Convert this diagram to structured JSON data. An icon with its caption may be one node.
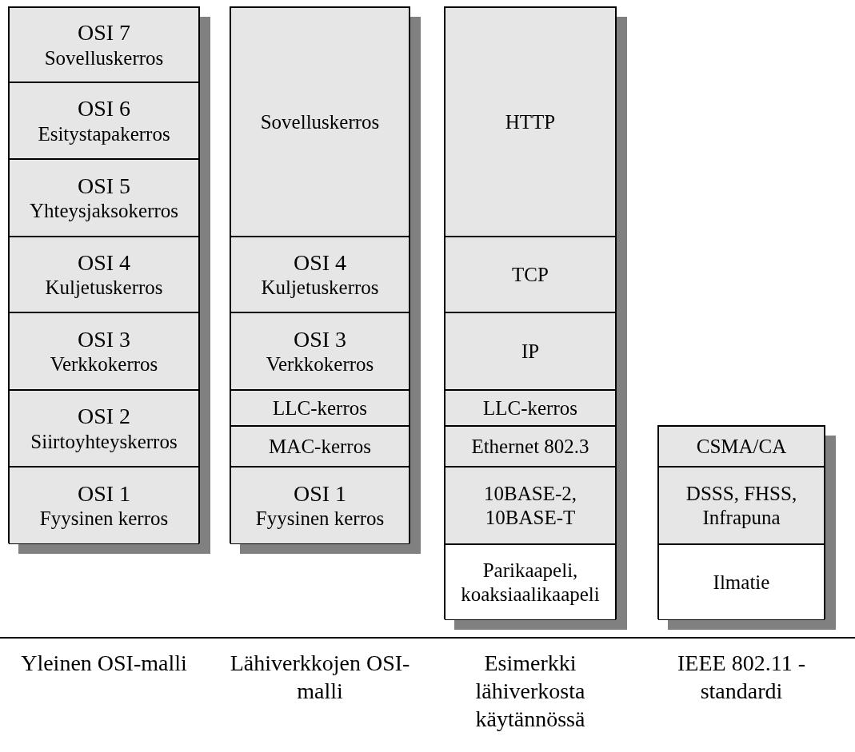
{
  "diagram": {
    "nodes": [
      {
        "text": [],
        "shape": "box"
      },
      {
        "text": [
          "OSI 7",
          "Sovelluskerros"
        ],
        "in": 0
      },
      {
        "text": [
          "OSI 6",
          "Esitystapakerros"
        ],
        "in": 0
      },
      {
        "text": [
          "OSI 5",
          "Yhteysjaksokerros"
        ],
        "in": 0
      },
      {
        "text": [
          "OSI 4",
          "Kuljetuskerros"
        ],
        "in": 0
      },
      {
        "text": [
          "OSI 3",
          "Verkkokerros"
        ],
        "in": 0
      },
      {
        "text": [
          "OSI 2",
          "Siirtoyhteyskerros"
        ],
        "in": 0
      },
      {
        "text": [
          "OSI 1",
          "Fyysinen kerros"
        ],
        "in": 0
      },
      {
        "text": [],
        "shape": "box"
      },
      {
        "text": [
          "Sovelluskerros"
        ],
        "in": 8
      },
      {
        "text": [
          "OSI 4",
          "Kuljetuskerros"
        ],
        "in": 8
      },
      {
        "text": [
          "OSI 3",
          "Verkkokerros"
        ],
        "in": 8
      },
      {
        "text": [
          "LLC-kerros"
        ],
        "in": 8
      },
      {
        "text": [
          "MAC-kerros"
        ],
        "in": 8
      },
      {
        "text": [
          "OSI 1",
          "Fyysinen kerros"
        ],
        "in": 8
      },
      {
        "text": [],
        "shape": "box"
      },
      {
        "text": [
          "HTTP"
        ],
        "in": 15
      },
      {
        "text": [
          "TCP"
        ],
        "in": 15
      },
      {
        "text": [
          "IP"
        ],
        "in": 15
      },
      {
        "text": [
          "LLC-kerros"
        ],
        "in": 15
      },
      {
        "text": [
          "Ethernet 802.3"
        ],
        "in": 15
      },
      {
        "text": [
          "10BASE-2, 10BASE-T"
        ],
        "in": 15
      },
      {
        "text": [
          "Parikaapeli, koaksiaalikaapeli"
        ],
        "in": 15
      },
      {
        "text": [],
        "shape": "box"
      },
      {
        "text": [
          "CSMA/CA"
        ],
        "in": 23
      },
      {
        "text": [
          "DSSS, FHSS, Infrapuna"
        ],
        "in": 23
      },
      {
        "text": [
          "Ilmatie"
        ],
        "in": 23
      }
    ],
    "edges": [],
    "labels": [
      "Yleinen OSI-malli",
      "Lähiverkkojen OSI-malli",
      "Esimerkki lähiverkosta käytännössä",
      "IEEE 802.11 -standardi"
    ]
  }
}
